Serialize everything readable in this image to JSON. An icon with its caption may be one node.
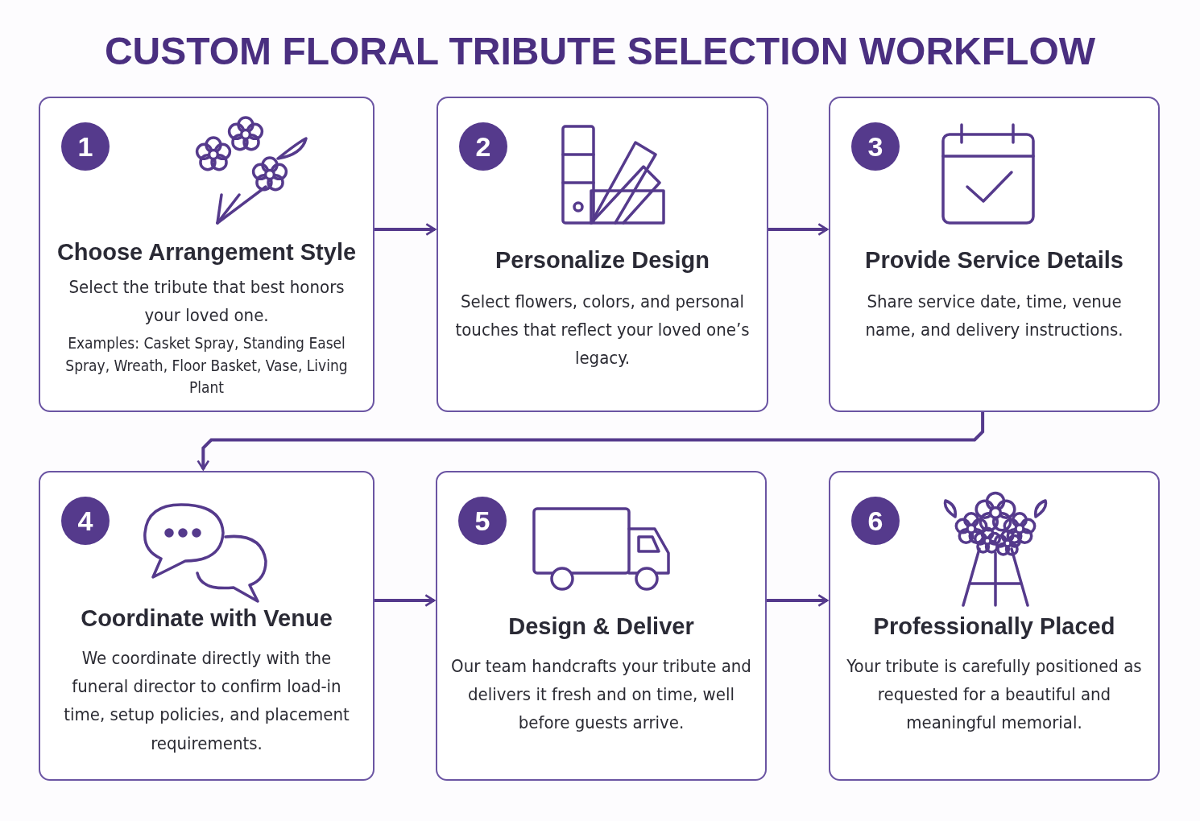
{
  "diagram": {
    "title": "CUSTOM FLORAL TRIBUTE SELECTION WORKFLOW",
    "nodes": [
      {
        "text": [
          "1",
          "Choose Arrangement Style",
          "Select the tribute that best honors your loved one.",
          "Examples: Casket Spray, Standing Easel Spray, Wreath, Floor Basket, Vase, Living Plant"
        ]
      },
      {
        "text": [
          "2",
          "Personalize Design",
          "Select flowers, colors, and personal touches that reflect your loved one’s legacy."
        ]
      },
      {
        "text": [
          "3",
          "Provide Service Details",
          "Share service date, time, venue name, and delivery instructions."
        ]
      },
      {
        "text": [
          "4",
          "Coordinate with Venue",
          "We coordinate directly with the funeral director to confirm load-in time, setup policies, and placement requirements."
        ]
      },
      {
        "text": [
          "5",
          "Design & Deliver",
          "Our team handcrafts your tribute and delivers it fresh and on time, well before guests arrive."
        ]
      },
      {
        "text": [
          "6",
          "Professionally Placed",
          "Your tribute is carefully positioned as requested for a beautiful and meaningful memorial."
        ]
      }
    ],
    "edges": [
      {
        "from": 0,
        "to": 1,
        "arrow": "to"
      },
      {
        "from": 1,
        "to": 2,
        "arrow": "to"
      },
      {
        "from": 2,
        "to": 3,
        "arrow": "to"
      },
      {
        "from": 3,
        "to": 4,
        "arrow": "to"
      },
      {
        "from": 4,
        "to": 5,
        "arrow": "to"
      }
    ]
  }
}
